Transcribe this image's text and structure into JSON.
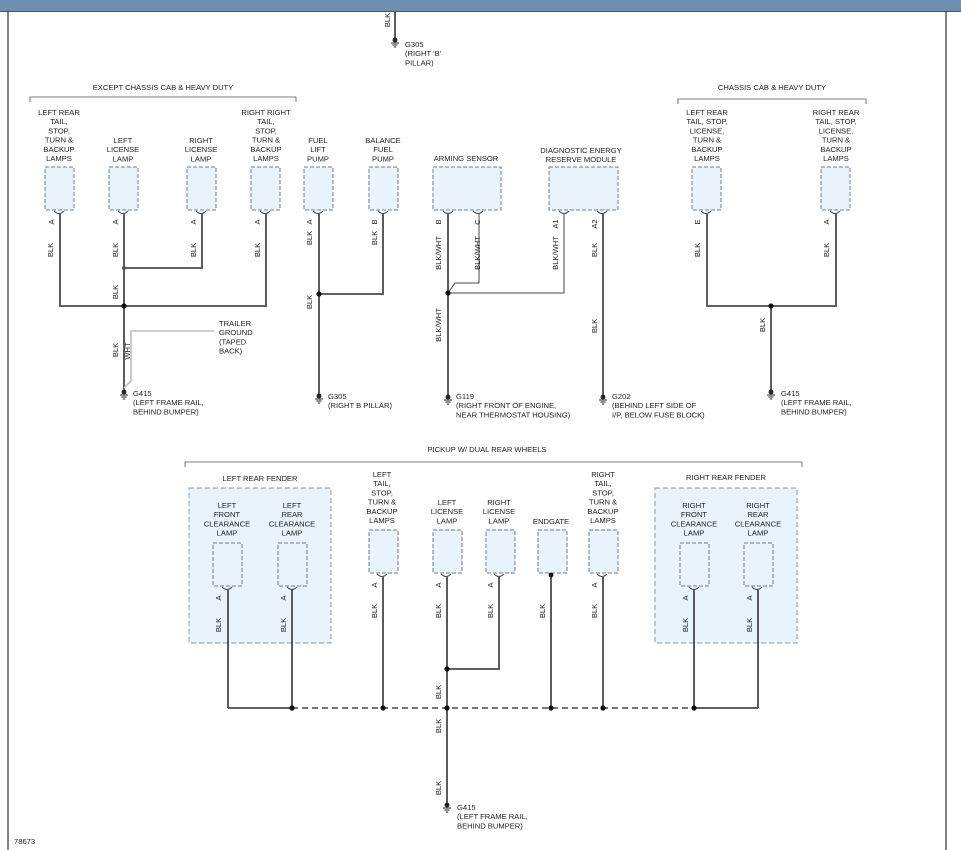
{
  "figure_id": "78673",
  "sections": {
    "top": "EXCEPT CHASSIS CAB & HEAVY DUTY",
    "chassis": "CHASSIS CAB & HEAVY DUTY",
    "pickup": "PICKUP W/ DUAL REAR WHEELS",
    "left_fender": "LEFT REAR FENDER",
    "right_fender": "RIGHT REAR FENDER"
  },
  "components": {
    "lr_tail": "LEFT REAR\nTAIL,\nSTOP,\nTURN &\nBACKUP\nLAMPS",
    "l_license": "LEFT\nLICENSE\nLAMP",
    "r_license": "RIGHT\nLICENSE\nLAMP",
    "rr_tail": "RIGHT RIGHT\nTAIL,\nSTOP,\nTURN &\nBACKUP\nLAMPS",
    "fuel_lift": "FUEL\nLIFT\nPUMP",
    "balance_fuel": "BALANCE\nFUEL\nPUMP",
    "arming": "ARMING SENSOR",
    "diag": "DIAGNOSTIC ENERGY\nRESERVE MODULE",
    "cc_left": "LEFT REAR\nTAIL, STOP,\nLICENSE,\nTURN &\nBACKUP\nLAMPS",
    "cc_right": "RIGHT REAR\nTAIL, STOP,\nLICENSE,\nTURN &\nBACKUP\nLAMPS",
    "lf_clear": "LEFT\nFRONT\nCLEARANCE\nLAMP",
    "lr_clear": "LEFT\nREAR\nCLEARANCE\nLAMP",
    "p_lt_tail": "LEFT\nTAIL,\nSTOP,\nTURN &\nBACKUP\nLAMPS",
    "p_l_license": "LEFT\nLICENSE\nLAMP",
    "p_r_license": "RIGHT\nLICENSE\nLAMP",
    "endgate": "ENDGATE",
    "p_rt_tail": "RIGHT\nTAIL,\nSTOP,\nTURN &\nBACKUP\nLAMPS",
    "rf_clear": "RIGHT\nFRONT\nCLEARANCE\nLAMP",
    "rr_clear": "RIGHT\nREAR\nCLEARANCE\nLAMP"
  },
  "pins": {
    "A": "A",
    "B": "B",
    "C": "C",
    "E": "E",
    "A1": "A1",
    "A2": "A2"
  },
  "wires": {
    "blk": "BLK",
    "blkwht": "BLK/WHT",
    "wht": "WHT"
  },
  "trailer": "TRAILER\nGROUND\n(TAPED\nBACK)",
  "grounds": {
    "g305_top": "G305\n(RIGHT 'B'\nPILLAR)",
    "g415_a": "G415\n(LEFT FRAME RAIL,\nBEHIND BUMPER)",
    "g305_b": "G305\n(RIGHT B PILLAR)",
    "g119": "G119\n(RIGHT FRONT OF ENGINE,\nNEAR THERMOSTAT HOUSING)",
    "g202": "G202\n(BEHIND LEFT SIDE OF\nI/P, BELOW FUSE BLOCK)",
    "g415_b": "G415\n(LEFT FRAME RAIL,\nBEHIND BUMPER)",
    "g415_c": "G415\n(LEFT FRAME RAIL,\nBEHIND BUMPER)"
  }
}
